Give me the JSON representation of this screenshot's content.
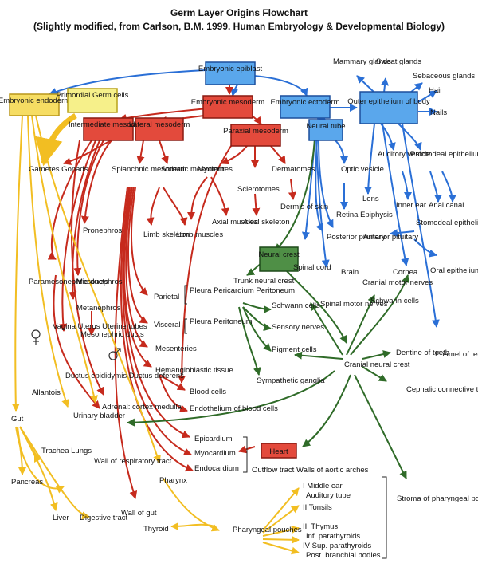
{
  "title": "Germ Layer Origins Flowchart",
  "subtitle": "(Slightly modified, from Carlson, B.M.  1999.  Human Embryology & Developmental Biology)",
  "colors": {
    "blue": "#2a6fd6",
    "red": "#c62a1d",
    "yellow": "#f2be22",
    "green": "#2f6b28",
    "blue_box": "#5aa7ec",
    "red_box": "#e34a3c",
    "yellow_box": "#f6dd63",
    "green_box": "#4f8f46"
  },
  "nodes": {
    "embryonic_epiblast": "Embryonic epiblast",
    "embryonic_endoderm": "Embryonic endoderm",
    "primordial_germ_cells": "Primordial Germ cells",
    "embryonic_mesoderm": "Embryonic mesoderm",
    "embryonic_ectoderm": "Embryonic ectoderm",
    "outer_epithelium": "Outer epithelium of body",
    "intermediate_mesoderm": "Intermediate mesoderm",
    "lateral_mesoderm": "Lateral mesoderm",
    "paraxial_mesoderm": "Paraxial mesoderm",
    "neural_tube": "Neural tube",
    "neural_crest": "Neural crest",
    "heart": "Heart"
  },
  "labels": {
    "mammary_glands": "Mammary glands",
    "sweat_glands": "Sweat glands",
    "sebaceous_glands": "Sebaceous glands",
    "hair": "Hair",
    "nails": "Nails",
    "gametes_gonads": "Gametes Gonads",
    "splanchnic_mesoderm": "Splanchnic mesoderm",
    "somatic_mesoderm": "Somatic mesoderm",
    "myotomes": "Myotomes",
    "dermatomes": "Dermatomes",
    "sclerotomes": "Sclerotomes",
    "optic_vesicle": "Optic vesicle",
    "auditory_vesicle": "Auditory vesicle",
    "proctodeal_epithelium": "Proctodeal epithelium",
    "lens": "Lens",
    "inner_ear": "Inner ear",
    "anal_canal": "Anal canal",
    "dermis_of_skin": "Dermis of skin",
    "axial_muscles": "Axial muscles",
    "axial_skeleton": "Axial skeleton",
    "retina_epiphysis": "Retina Epiphysis",
    "posterior_pituitary": "Posterior pituitary",
    "anterior_pituitary": "Anterior pituitary",
    "stomodeal_epithelium": "Stomodeal epithelium",
    "pronephros": "Pronephros",
    "limb_skeleton": "Limb skeleton",
    "limb_muscles": "Limb muscles",
    "trunk_neural_crest": "Trunk neural crest",
    "spinal_cord": "Spinal cord",
    "brain": "Brain",
    "cornea": "Cornea",
    "oral_epithelium": "Oral epithelium",
    "paramesonephric_ducts": "Paramesonephric ducts",
    "mesonephros": "Mesonephros",
    "metanephros": "Metanephros",
    "parietal": "Parietal",
    "pleura_pericardium_peritoneum": "Pleura Pericardium Peritoneum",
    "schwann_cells_trunk": "Schwann cells",
    "cranial_motor_nerves": "Cranial motor nerves",
    "spinal_motor_nerves": "Spinal motor nerves",
    "schwann_cells_cranial": "Schwann cells",
    "sensory_nerves": "Sensory nerves",
    "vagina_uterus": "Vagina Uterus Uterine tubes",
    "mesonephric_ducts": "Mesonephric ducts",
    "visceral": "Visceral",
    "pleura_peritoneum": "Pleura Peritoneum",
    "pigment_cells": "Pigment cells",
    "cranial_neural_crest": "Cranial neural crest",
    "dentine_of_teeth": "Dentine of teeth",
    "enamel_of_teeth": "Enamel of teeth",
    "mesenteries": "Mesenteries",
    "hemangioblastic_tissue": "Hemangioblastic tissue",
    "ductus_epididymis": "Ductus epididymis Ductus deferens",
    "sympathetic_ganglia": "Sympathetic ganglia",
    "allantois": "Allantois",
    "blood_cells": "Blood cells",
    "adrenal": "Adrenal: cortex medulla",
    "endothelium": "Endothelium of blood cells",
    "cephalic_connective": "Cephalic connective tissue and bones",
    "gut": "Gut",
    "urinary_bladder": "Urinary bladder",
    "epicardium": "Epicardium",
    "myocardium": "Myocardium",
    "endocardium": "Endocardium",
    "trachea_lungs": "Trachea Lungs",
    "wall_of_respiratory_tract": "Wall of respiratory tract",
    "outflow_tract": "Outflow tract Walls of aortic arches",
    "pharynx": "Pharynx",
    "pancreas": "Pancreas",
    "pharyngeal_list": [
      "I Middle ear",
      "Auditory tube",
      "II Tonsils",
      "III Thymus",
      "Inf. parathyroids",
      "IV Sup. parathyroids",
      "Post. branchial bodies"
    ],
    "stroma": "Stroma of pharyngeal pouch derivatives",
    "wall_of_gut": "Wall of gut",
    "liver": "Liver",
    "digestive_tract": "Digestive tract",
    "thyroid": "Thyroid",
    "pharyngeal_pouches": "Pharyngeal pouches"
  }
}
